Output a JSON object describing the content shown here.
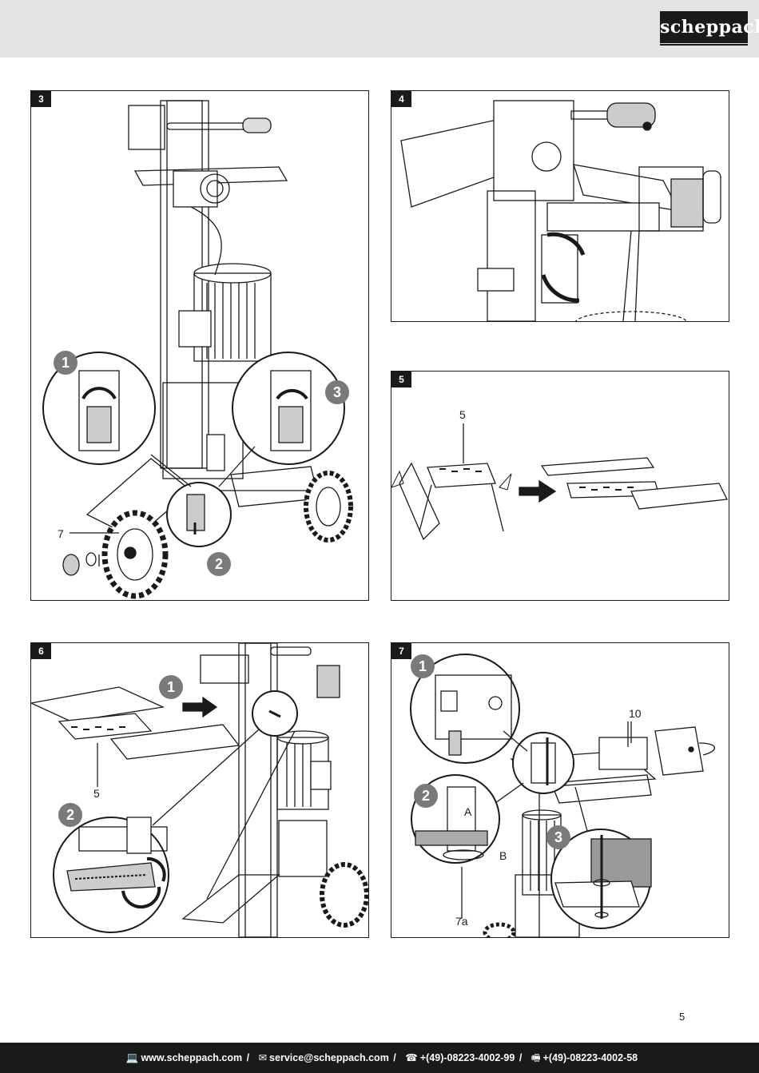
{
  "brand": {
    "logo_text": "scheppach"
  },
  "figures": [
    {
      "number": "3",
      "labels": [
        "7"
      ],
      "callouts": [
        "1",
        "3",
        "2"
      ]
    },
    {
      "number": "4",
      "labels": [],
      "callouts": []
    },
    {
      "number": "5",
      "labels": [
        "5"
      ],
      "callouts": []
    },
    {
      "number": "6",
      "labels": [
        "5"
      ],
      "callouts": [
        "1",
        "2"
      ]
    },
    {
      "number": "7",
      "labels": [
        "10",
        "A",
        "B",
        "7a"
      ],
      "callouts": [
        "1",
        "2",
        "3"
      ]
    }
  ],
  "page_number": "5",
  "footer": {
    "web_icon": "computer-icon",
    "web": "www.scheppach.com",
    "mail_icon": "envelope-icon",
    "email": "service@scheppach.com",
    "phone_icon": "telephone-icon",
    "phone": "+(49)-08223-4002-99",
    "fax_icon": "fax-icon",
    "fax": "+(49)-08223-4002-58",
    "separator": "/"
  },
  "colors": {
    "header_bg": "#e4e4e4",
    "footer_bg": "#1a1a1a",
    "callout_bg": "#7a7a7a",
    "line": "#1a1a1a"
  }
}
